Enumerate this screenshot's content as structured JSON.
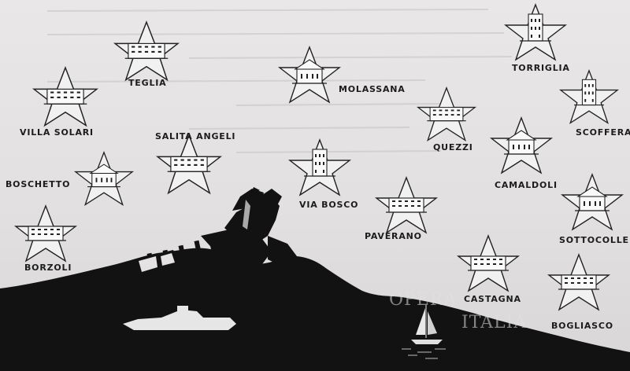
{
  "places": {
    "teglia": "TEGLIA",
    "molassana": "MOLASSANA",
    "torriglia": "TORRIGLIA",
    "villa_solari": "VILLA SOLARI",
    "quezzi": "QUEZZI",
    "scoffera": "SCOFFERA",
    "salita_angeli": "SALITA ANGELI",
    "camaldoli": "CAMALDOLI",
    "boschetto": "BOSCHETTO",
    "via_bosco": "VIA BOSCO",
    "paverano": "PAVERANO",
    "sottocolle": "SOTTOCOLLE",
    "borzoli": "BORZOLI",
    "castagna": "CASTAGNA",
    "bogliasco": "BOGLIASCO"
  },
  "watermark": {
    "line1": "OPERA",
    "line2": "ITALIA"
  },
  "colors": {
    "paper": "#e4e2e2",
    "ink": "#111111"
  }
}
